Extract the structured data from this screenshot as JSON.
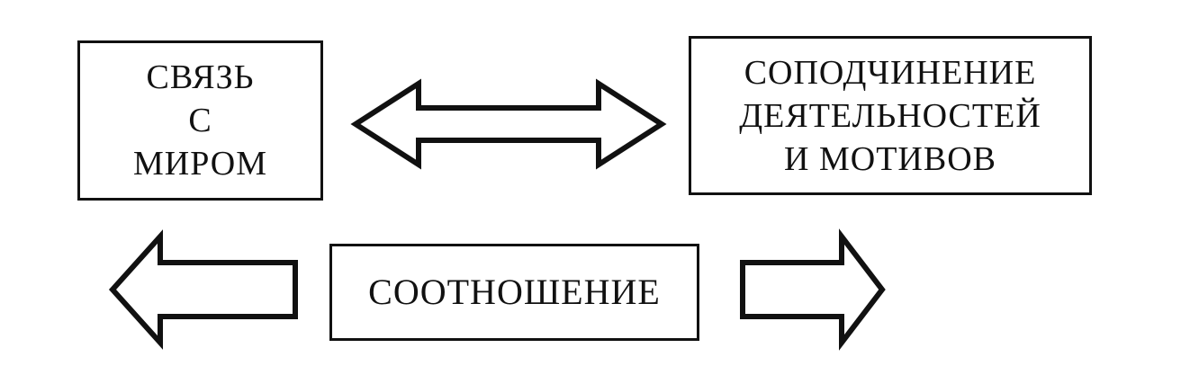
{
  "diagram": {
    "link_box": {
      "lines": [
        "СВЯЗЬ",
        "С",
        "МИРОМ"
      ]
    },
    "subordination_box": {
      "lines": [
        "СОПОДЧИНЕНИЕ",
        "ДЕЯТЕЛЬНОСТЕЙ",
        "И МОТИВОВ"
      ]
    },
    "relation_box": {
      "lines": [
        "СООТНОШЕНИЕ"
      ]
    },
    "arrows": [
      {
        "name": "double-headed-arrow",
        "direction": "left-right",
        "connects": [
          "СВЯЗЬ С МИРОМ",
          "СОПОДЧИНЕНИЕ ДЕЯТЕЛЬНОСТЕЙ И МОТИВОВ"
        ]
      },
      {
        "name": "left-arrow",
        "direction": "left"
      },
      {
        "name": "right-arrow",
        "direction": "right"
      }
    ],
    "colors": {
      "line": "#111111",
      "background": "#ffffff"
    }
  }
}
